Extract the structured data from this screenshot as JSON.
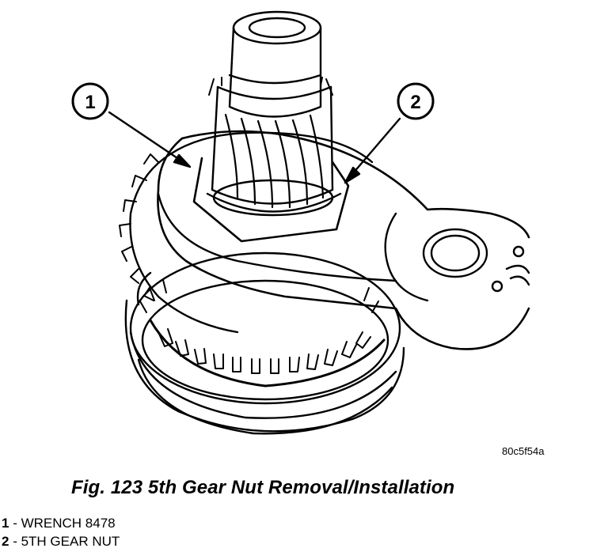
{
  "figure": {
    "callouts": [
      {
        "number": "1"
      },
      {
        "number": "2"
      }
    ],
    "reference_code": "80c5f54a",
    "caption": "Fig. 123 5th Gear Nut Removal/Installation"
  },
  "legend": [
    {
      "number": "1",
      "separator": " - ",
      "text": "WRENCH 8478"
    },
    {
      "number": "2",
      "separator": " - ",
      "text": "5TH GEAR NUT"
    }
  ],
  "colors": {
    "ink": "#000000",
    "paper": "#ffffff"
  }
}
